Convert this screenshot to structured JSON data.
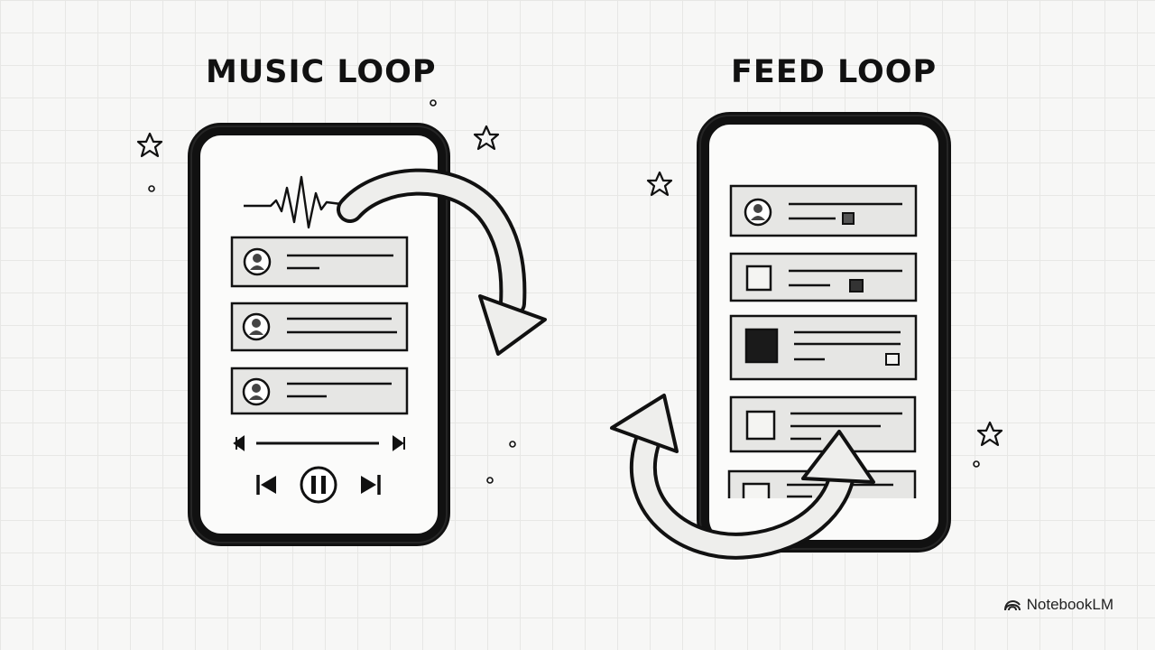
{
  "panels": {
    "music": {
      "title": "MUSIC LOOP"
    },
    "feed": {
      "title": "FEED LOOP"
    }
  },
  "brand": {
    "name": "NotebookLM",
    "icon": "notebooklm-logo-icon"
  },
  "icons": [
    "star-icon",
    "avatar-icon",
    "waveform-icon",
    "skip-back-icon",
    "pause-icon",
    "skip-forward-icon",
    "curved-arrow-icon"
  ],
  "colors": {
    "ink": "#111111",
    "card": "#e6e6e4",
    "paper": "#f7f7f6"
  }
}
